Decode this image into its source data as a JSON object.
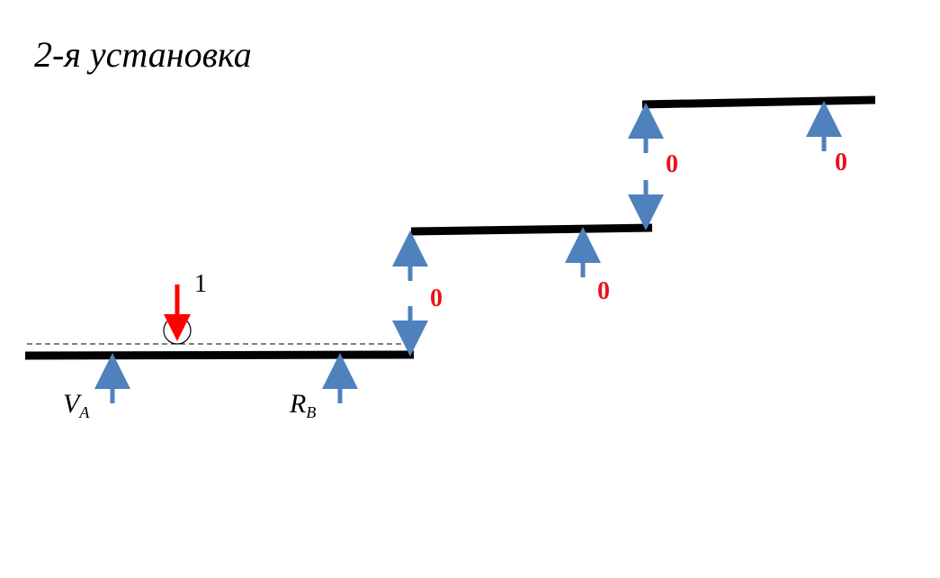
{
  "title": "2-я установка",
  "colors": {
    "beam": "#000000",
    "support_arrow": "#4f81bd",
    "load_arrow": "#ff0000",
    "zero_label": "#e8141b",
    "text": "#000000"
  },
  "load": {
    "label": "1",
    "icon": "circle-marker-icon"
  },
  "supports": {
    "va": {
      "main": "V",
      "sub": "A"
    },
    "rb": {
      "main": "R",
      "sub": "B"
    }
  },
  "zero_labels": {
    "hinge_1": "0",
    "support_2": "0",
    "hinge_2": "0",
    "support_3": "0"
  }
}
